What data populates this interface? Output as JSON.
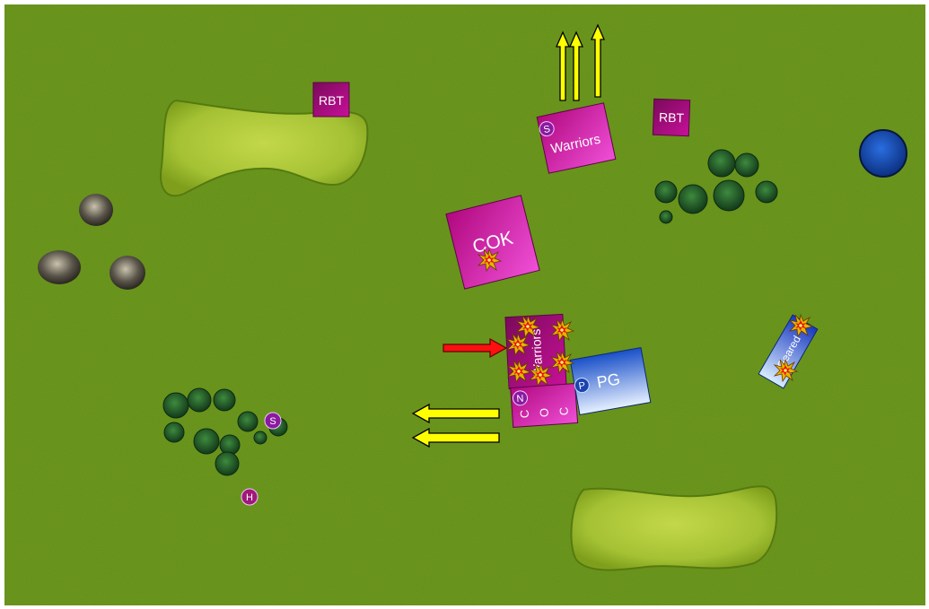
{
  "colors": {
    "grass": "#6f9a1f",
    "grass_dark": "#5a8216",
    "hill": "#a9c53a",
    "forest": "#1e5a2a",
    "rock": "#5a5a4c",
    "unit_magenta": "#c8109a",
    "unit_magenta_light": "#f24ad8",
    "unit_dark": "#8a0c6a",
    "unit_blue": "#1a50c8",
    "pond": "#1446a8",
    "arrow_yellow": "#ffff00",
    "arrow_red": "#ff0000"
  },
  "units": {
    "rbt_left": "RBT",
    "rbt_right": "RBT",
    "warriors_top": "Warriors",
    "warriors_top_marker": "S",
    "cok": "COK",
    "warriors_center": "Warriors",
    "chariot_letters": [
      "C",
      "O",
      "C"
    ],
    "chariot_marker": "N",
    "pg": "PG",
    "pg_marker": "P",
    "blue_unit": "Geared",
    "forest_marker": "S",
    "h_marker": "H"
  },
  "icons": {
    "hit": "explosion-icon",
    "move": "arrow-icon"
  }
}
